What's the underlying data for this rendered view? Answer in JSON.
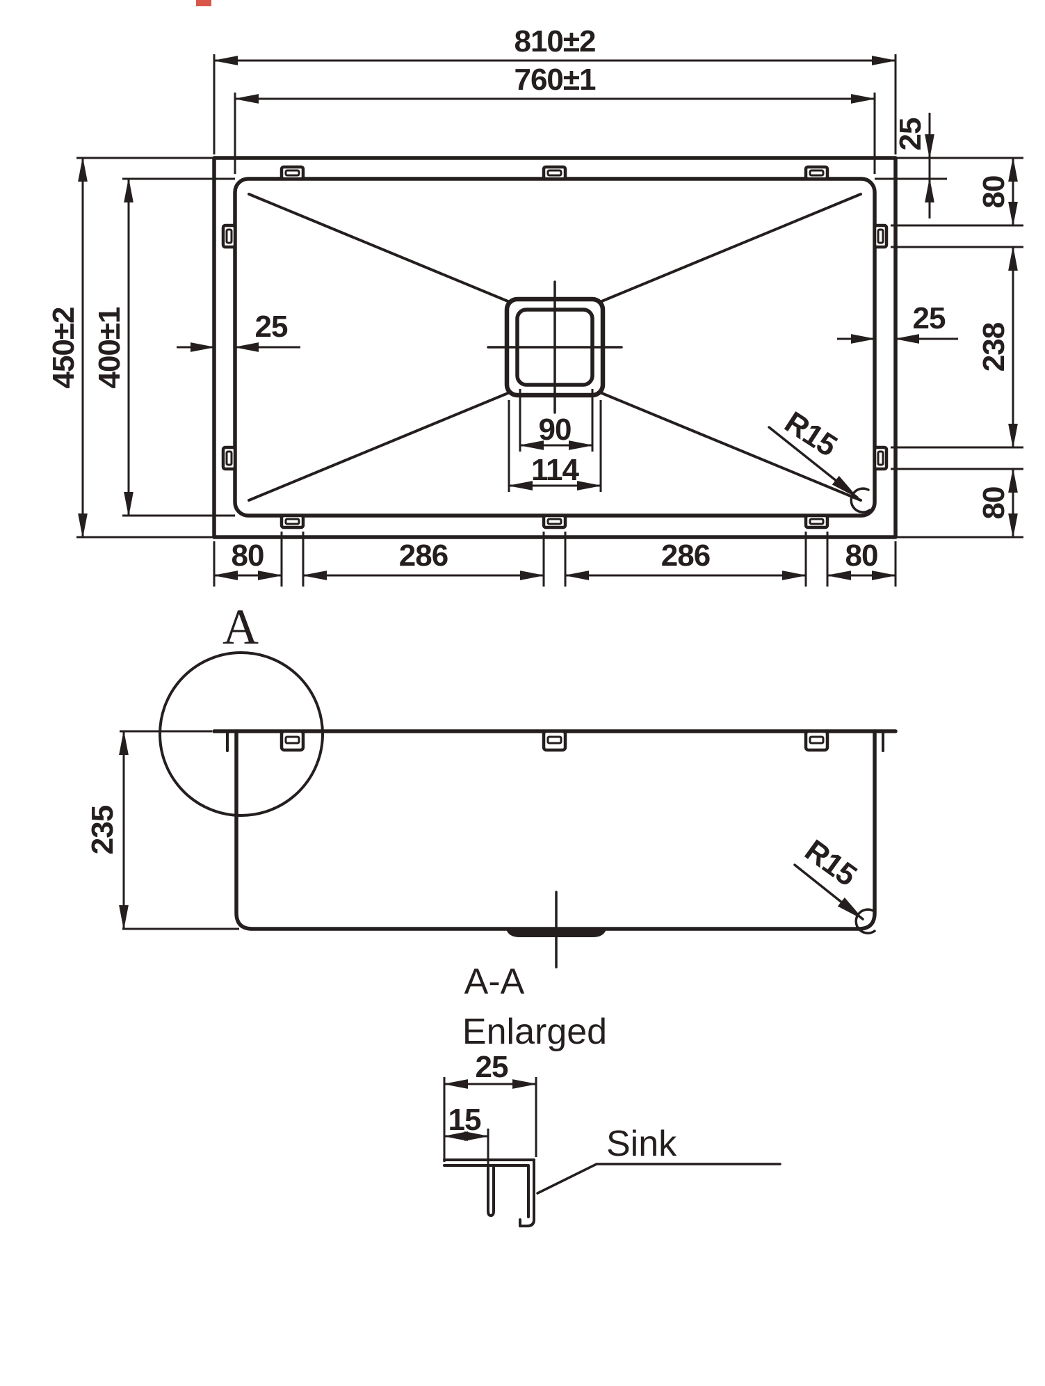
{
  "drawing": {
    "colors": {
      "line": "#241f1e",
      "accent_mark": "#d9564a",
      "background": "#ffffff"
    },
    "top_view": {
      "width_outer": "810±2",
      "width_inner": "760±1",
      "height_outer": "450±2",
      "height_inner": "400±1",
      "rim_left": "25",
      "rim_right": "25",
      "rim_top_right": "25",
      "right_chain": [
        "80",
        "238",
        "80"
      ],
      "bottom_chain": [
        "80",
        "286",
        "286",
        "80"
      ],
      "drain_inner": "90",
      "drain_outer": "114",
      "corner_radius": "R15"
    },
    "side_view": {
      "section_label": "A",
      "depth": "235",
      "corner_radius": "R15"
    },
    "detail_view": {
      "title": "A-A",
      "subtitle": "Enlarged",
      "rim_width": "25",
      "lip_offset": "15",
      "callout": "Sink"
    }
  }
}
